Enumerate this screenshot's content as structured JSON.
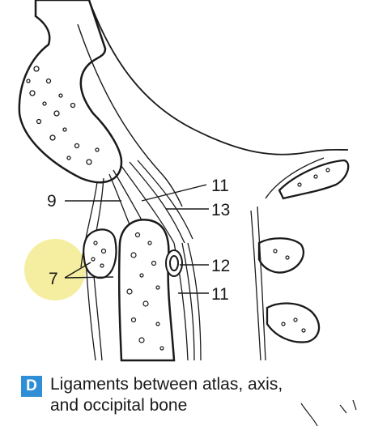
{
  "labels": {
    "l9": "9",
    "l11_top": "11",
    "l13": "13",
    "l12": "12",
    "l7": "7",
    "l11_bottom": "11"
  },
  "caption": {
    "letter": "D",
    "line1": "Ligaments between atlas, axis,",
    "line2": "and occipital bone"
  },
  "colors": {
    "line": "#1a1a1a",
    "bone_fill": "#ffffff",
    "highlight": "#f3ec9a",
    "badge": "#2e8fd6"
  }
}
